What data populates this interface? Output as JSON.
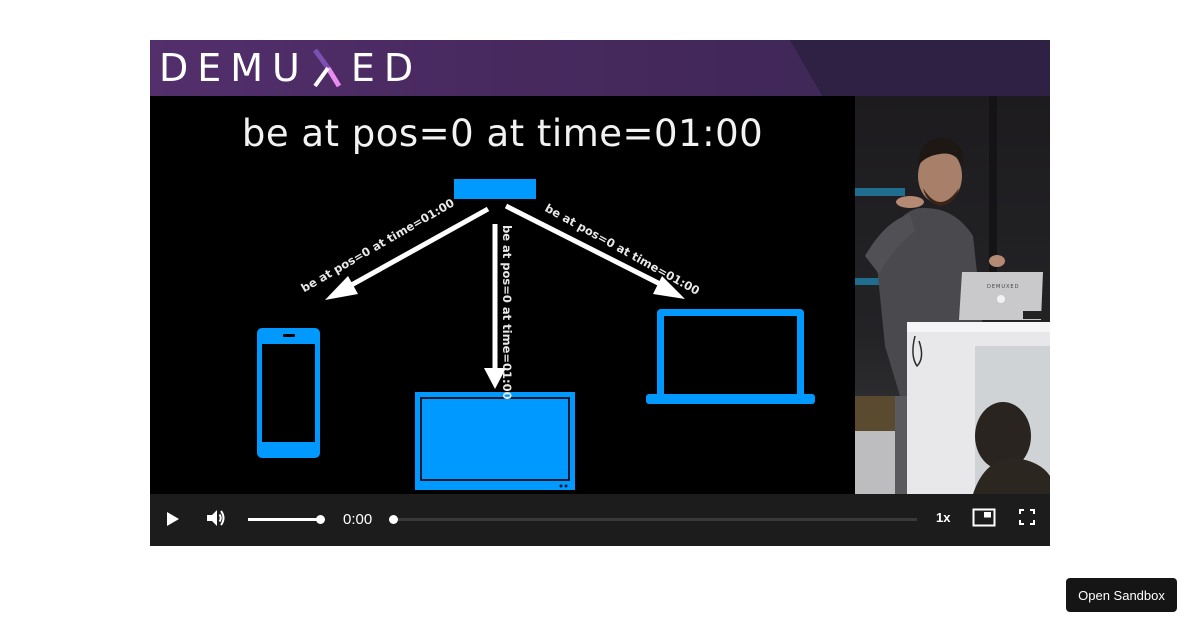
{
  "player": {
    "banner": {
      "logo_text_left": "DEMU",
      "logo_text_right": "ED",
      "logo_x_letter": "X",
      "colors": {
        "banner": "#4a2a63",
        "banner_dark": "#2f2143",
        "logo_x_top": "#7b4fb3",
        "logo_x_bottom": "#e98cf2"
      }
    },
    "slide": {
      "title": "be at pos=0 at time=01:00",
      "arrow_label_left": "be at pos=0 at time=01:00",
      "arrow_label_center": "be at pos=0 at time=01:00",
      "arrow_label_right": "be at pos=0 at time=01:00",
      "devices": [
        "phone",
        "tv",
        "laptop"
      ],
      "accent_color": "#0099ff"
    },
    "camera": {
      "laptop_logo_text": "DEMUXED"
    },
    "controls": {
      "play_icon": "play-icon",
      "volume_icon": "volume-icon",
      "volume_percent": 100,
      "current_time": "0:00",
      "progress_percent": 0,
      "playback_rate": "1x",
      "pip_icon": "picture-in-picture-icon",
      "fullscreen_icon": "fullscreen-icon"
    }
  },
  "sandbox_button": {
    "label": "Open Sandbox"
  }
}
